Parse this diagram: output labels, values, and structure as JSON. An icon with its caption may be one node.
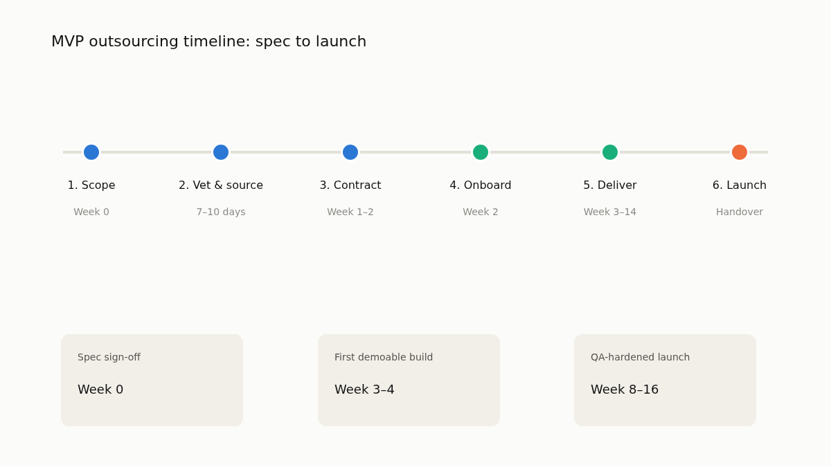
{
  "diagram": {
    "title": "MVP outsourcing timeline: spec to launch",
    "nodes": [
      {
        "text": [
          "1. Scope",
          "Week 0"
        ]
      },
      {
        "text": [
          "2. Vet & source",
          "7–10 days"
        ]
      },
      {
        "text": [
          "3. Contract",
          "Week 1–2"
        ]
      },
      {
        "text": [
          "4. Onboard",
          "Week 2"
        ]
      },
      {
        "text": [
          "5. Deliver",
          "Week 3–14"
        ]
      },
      {
        "text": [
          "6. Launch",
          "Handover"
        ]
      },
      {
        "text": [
          "Spec sign-off",
          "Week 0"
        ]
      },
      {
        "text": [
          "First demoable build",
          "Week 3–4"
        ]
      },
      {
        "text": [
          "QA-hardened launch",
          "Week 8–16"
        ]
      }
    ],
    "edges": [
      {
        "from": null,
        "to": 0,
        "arrow": "none"
      },
      {
        "from": 0,
        "to": 1,
        "arrow": "none"
      },
      {
        "from": 1,
        "to": 2,
        "arrow": "none"
      },
      {
        "from": 2,
        "to": 3,
        "arrow": "none"
      },
      {
        "from": 3,
        "to": 4,
        "arrow": "none"
      },
      {
        "from": 4,
        "to": 5,
        "arrow": "none"
      },
      {
        "from": 5,
        "to": null,
        "arrow": "none"
      }
    ]
  }
}
